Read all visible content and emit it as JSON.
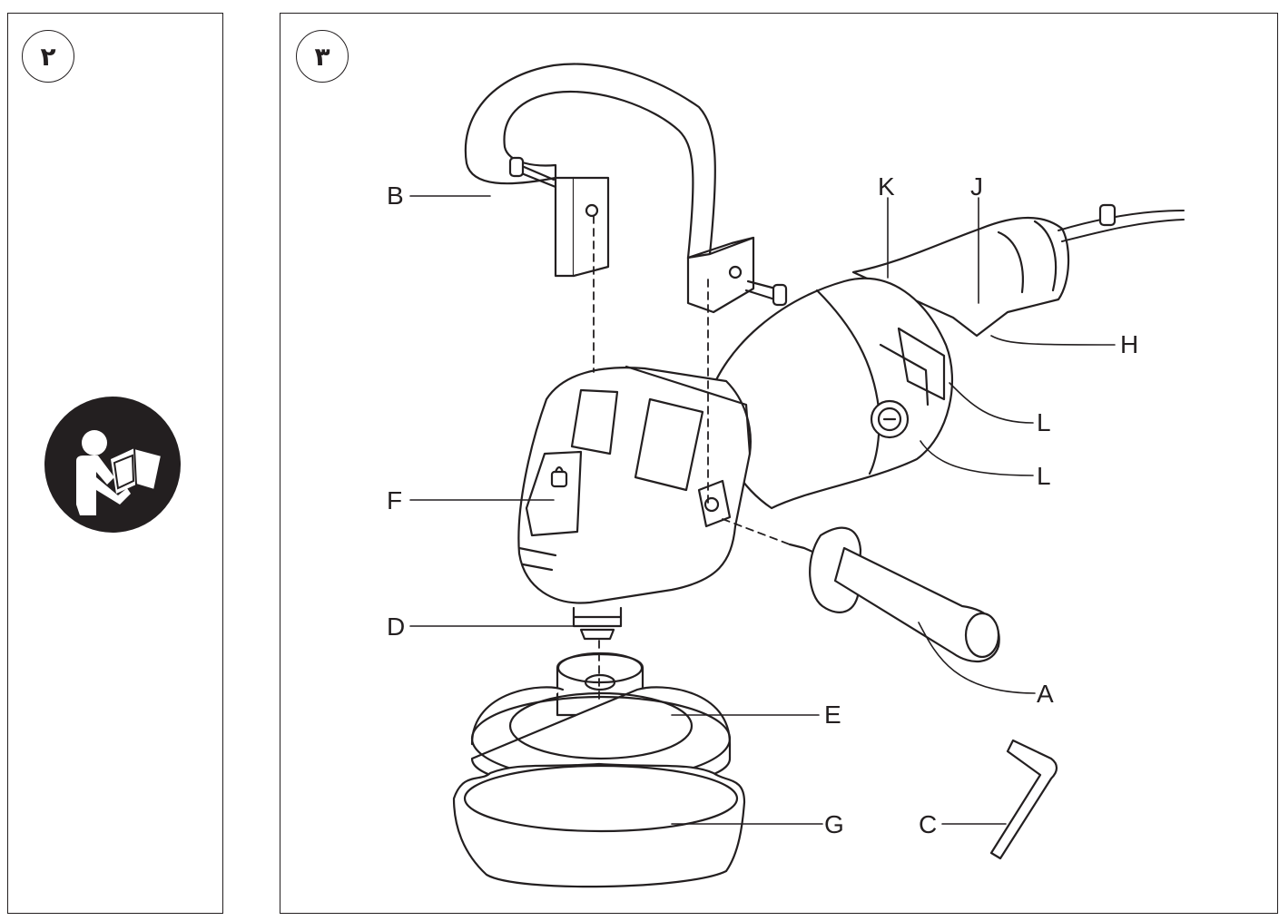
{
  "figures": [
    {
      "number": "٢"
    },
    {
      "number": "٣"
    }
  ],
  "icons": {
    "manual": "read-manual-icon"
  },
  "labels": {
    "A": "A",
    "B": "B",
    "C": "C",
    "D": "D",
    "E": "E",
    "F": "F",
    "G": "G",
    "H": "H",
    "J": "J",
    "K": "K",
    "L1": "L",
    "L2": "L"
  }
}
